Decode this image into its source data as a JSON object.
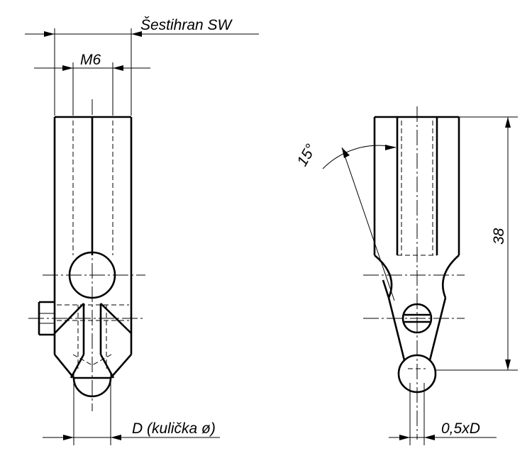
{
  "labels": {
    "hex_sw": "Šestihran SW",
    "thread": "M6",
    "ball_dia": "D (kulička ø)",
    "angle": "15°",
    "length": "38",
    "tip": "0,5xD"
  },
  "colors": {
    "line": "#000000",
    "background": "#ffffff"
  }
}
